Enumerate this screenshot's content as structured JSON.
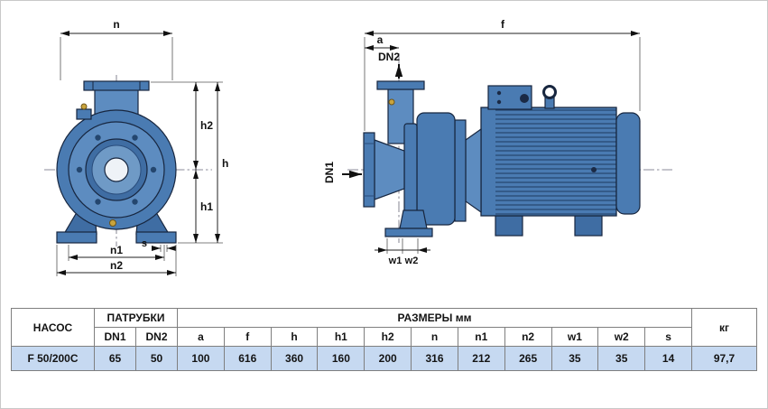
{
  "drawings": {
    "front_view": {
      "labels": {
        "n": "n",
        "h2": "h2",
        "h": "h",
        "h1": "h1",
        "n1": "n1",
        "n2": "n2",
        "s": "s"
      }
    },
    "side_view": {
      "labels": {
        "f": "f",
        "a": "a",
        "DN1": "DN1",
        "DN2": "DN2",
        "w1": "w1",
        "w2": "w2"
      }
    }
  },
  "colors": {
    "pump_body": "#4a7bb2",
    "pump_body_light": "#5d8cc0",
    "pump_body_dark": "#3f6da3",
    "outline": "#17263f",
    "brass_plug": "#c9a43d",
    "table_row_bg": "#c6d9f1"
  },
  "table": {
    "headers": {
      "pump": "НАСОС",
      "ports": "ПАТРУБКИ",
      "sizes": "РАЗМЕРЫ мм",
      "weight": "кг",
      "port_cols": [
        "DN1",
        "DN2"
      ],
      "size_cols": [
        "a",
        "f",
        "h",
        "h1",
        "h2",
        "n",
        "n1",
        "n2",
        "w1",
        "w2",
        "s"
      ]
    },
    "row": {
      "pump": "F 50/200C",
      "DN1": "65",
      "DN2": "50",
      "a": "100",
      "f": "616",
      "h": "360",
      "h1": "160",
      "h2": "200",
      "n": "316",
      "n1": "212",
      "n2": "265",
      "w1": "35",
      "w2": "35",
      "s": "14",
      "kg": "97,7"
    }
  }
}
